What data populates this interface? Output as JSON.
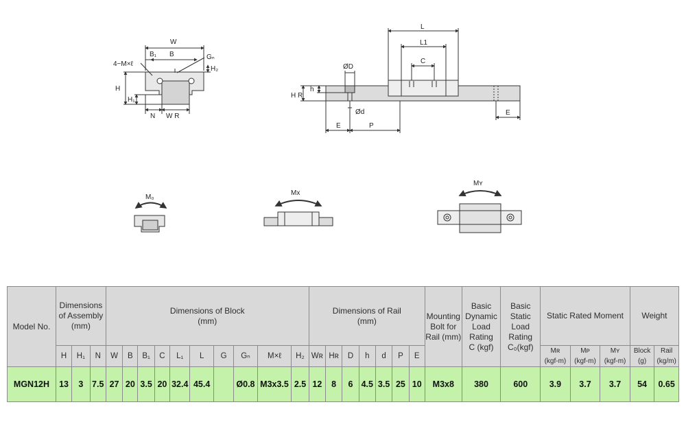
{
  "drawings": {
    "cross_section": {
      "W": "W",
      "B": "B",
      "B1": "B₁",
      "Gn": "Gₙ",
      "Mxl": "4−M×ℓ",
      "H": "H",
      "H1": "H₁",
      "H2": "H₂",
      "N": "N",
      "WR": "W R"
    },
    "side_view": {
      "L": "L",
      "L1": "L1",
      "C": "C",
      "D": "ØD",
      "d": "Ød",
      "HR": "H R",
      "h": "h",
      "E": "E",
      "P": "P"
    },
    "moments": {
      "M0": "M₀",
      "MX": "Mx",
      "MY": "Mʏ"
    }
  },
  "table": {
    "headers": {
      "model": "Model No.",
      "assembly": "Dimensions of Assembly (mm)",
      "block": "Dimensions of Block",
      "block_unit": "(mm)",
      "rail": "Dimensions of Rail",
      "rail_unit": "(mm)",
      "bolt": "Mounting Bolt for Rail (mm)",
      "dynamic": "Basic Dynamic Load Rating",
      "dynamic_unit": "C (kgf)",
      "static": "Basic Static Load Rating",
      "static_unit": "C₀(kgf)",
      "moment": "Static Rated Moment",
      "weight": "Weight"
    },
    "subheaders": {
      "H": "H",
      "H1": "H₁",
      "N": "N",
      "W": "W",
      "B": "B",
      "B1": "B₁",
      "C": "C",
      "L1": "L₁",
      "L": "L",
      "G": "G",
      "Gn": "Gₙ",
      "Mxl": "M×ℓ",
      "H2": "H₂",
      "WR": "Wʀ",
      "HR": "Hʀ",
      "D": "D",
      "h": "h",
      "d": "d",
      "P": "P",
      "E": "E",
      "MR": "Mʀ",
      "MR_unit": "(kgf-m)",
      "MP": "Mᴘ",
      "MP_unit": "(kgf-m)",
      "MY": "Mʏ",
      "MY_unit": "(kgf-m)",
      "block_w": "Block",
      "block_w_unit": "(g)",
      "rail_w": "Rail",
      "rail_w_unit": "(kg/m)"
    },
    "row": {
      "model": "MGN12H",
      "H": "13",
      "H1": "3",
      "N": "7.5",
      "W": "27",
      "B": "20",
      "B1": "3.5",
      "C": "20",
      "L1": "32.4",
      "L": "45.4",
      "G": "",
      "Gn": "Ø0.8",
      "Mxl": "M3x3.5",
      "H2": "2.5",
      "WR": "12",
      "HR": "8",
      "D": "6",
      "h": "4.5",
      "d": "3.5",
      "P": "25",
      "E": "10",
      "bolt": "M3x8",
      "dynamic": "380",
      "static": "600",
      "MR": "3.9",
      "MP": "3.7",
      "MY": "3.7",
      "block_w": "54",
      "rail_w": "0.65"
    },
    "colors": {
      "header_bg": "#d9d9d9",
      "row_bg": "#c5f2ab",
      "border": "#8a8a8a"
    }
  }
}
